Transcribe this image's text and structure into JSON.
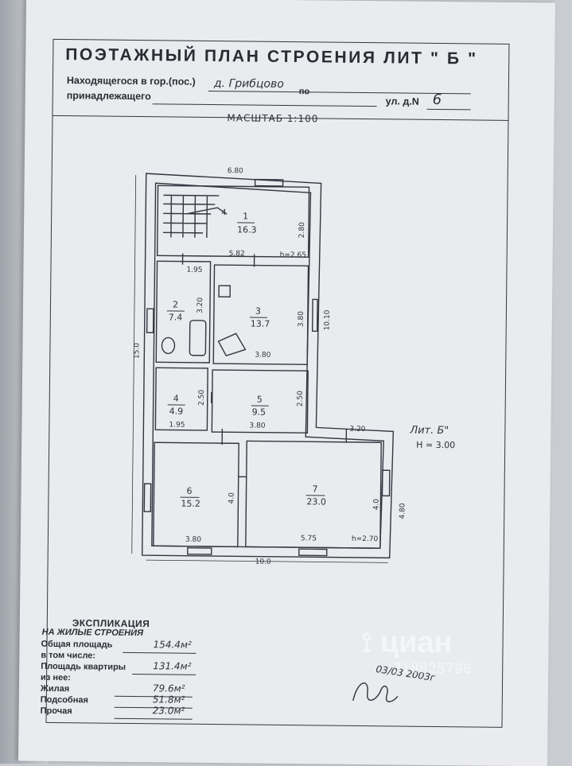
{
  "header": {
    "title": "ПОЭТАЖНЫЙ ПЛАН СТРОЕНИЯ ЛИТ \" Б \"",
    "located_label": "Находящегося в гор.(пос.)",
    "located_value": "д. Грибцово",
    "po_label": "по",
    "owner_label": "принадлежащего",
    "street_label": "ул. д.N",
    "house_number": "6",
    "scale": "МАСШТАБ 1:100"
  },
  "plan": {
    "dims": {
      "top": "6.80",
      "r1_inner": "5.82",
      "r1_height": "2.80",
      "r1_ceiling": "h=2.65",
      "r2_width": "1.95",
      "r2_height": "3.20",
      "r3_height": "3.80",
      "r3_width": "3.80",
      "right_total": "10.10",
      "left_total": "15.0",
      "r4_height": "2.50",
      "r4_width": "1.95",
      "r5_height": "2.50",
      "r5_width": "3.80",
      "ext_top": "3.20",
      "r6_height": "4.0",
      "r6_width": "3.80",
      "r7_width": "5.75",
      "r7_ceiling": "h=2.70",
      "r7_height": "4.0",
      "ext_right": "4.80",
      "bottom": "10.0"
    },
    "stair_mark": "4",
    "rooms": [
      {
        "number": "1",
        "area": "16.3"
      },
      {
        "number": "2",
        "area": "7.4"
      },
      {
        "number": "3",
        "area": "13.7"
      },
      {
        "number": "4",
        "area": "4.9"
      },
      {
        "number": "5",
        "area": "9.5"
      },
      {
        "number": "6",
        "area": "15.2"
      },
      {
        "number": "7",
        "area": "23.0"
      }
    ],
    "lit_label": "Лит. Б\"",
    "height_label": "Н = 3.00"
  },
  "explication": {
    "title": "ЭКСПЛИКАЦИЯ",
    "subtitle": "НА ЖИЛЫЕ СТРОЕНИЯ",
    "total_label": "Общая площадь",
    "total_value": "154.4м²",
    "including_label": "в том числе:",
    "apartment_label": "Площадь квартиры",
    "apartment_value": "131.4м²",
    "of_them_label": "из нее:",
    "living_label": "Жилая",
    "living_value": "79.6м²",
    "auxiliary_label": "Подсобная",
    "auxiliary_value": "51.8м²",
    "other_label": "Прочая",
    "other_value": "23.0м²"
  },
  "signature": {
    "date": "03/03 2003г"
  },
  "watermark": {
    "brand": "циан",
    "id": "318825796"
  }
}
